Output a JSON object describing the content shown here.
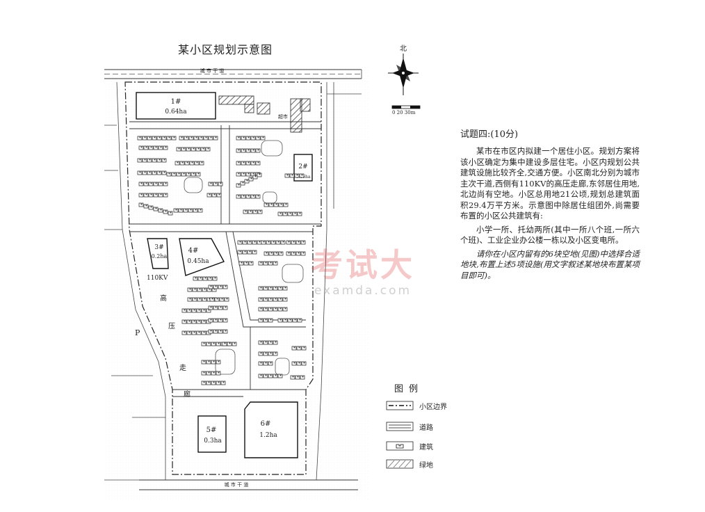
{
  "map": {
    "title": "某小区规划示意图",
    "north_label": "北",
    "scale_label": "0 20 30m",
    "supermarket_label": "超市",
    "corridor_label_chars": [
      "高",
      "压",
      "走",
      "廊"
    ],
    "voltage_label": "110KV",
    "parking_label": "P",
    "top_road_label": "城 市 干 道",
    "bottom_road_label": "城 市 干 道",
    "plots": [
      {
        "id": "1#",
        "area": "0.64ha"
      },
      {
        "id": "2#",
        "area": "0.15ha"
      },
      {
        "id": "3#",
        "area": "0.2ha"
      },
      {
        "id": "4#",
        "area": "0.45ha"
      },
      {
        "id": "5#",
        "area": "0.3ha"
      },
      {
        "id": "6#",
        "area": "1.2ha"
      }
    ]
  },
  "question": {
    "heading": "试题四:(10分)",
    "paragraphs": [
      "某市在市区内拟建一个居住小区。规划方案将该小区确定为集中建设多层住宅。小区内规划公共建筑设施比较齐全,交通方便。小区南北分别为城市主次干道,西侧有110KV的高压走廊,东邻居住用地,北边尚有空地。小区总用地21公顷,规划总建筑面积29.4万平方米。示意图中除居住组团外,尚需要布置的小区公共建筑有:",
      "小学一所、托幼两所(其中一所八个班,一所六个班)、工业企业办公楼一栋以及小区变电所。",
      "请你在小区内留有的6块空地(见图)中选择合适地块,布置上述5项设施(用文字叙述某地块布置某项目即可)。"
    ]
  },
  "legend": {
    "title": "图例",
    "items": [
      {
        "label": "小区边界"
      },
      {
        "label": "道路"
      },
      {
        "label": "建筑"
      },
      {
        "label": "绿地"
      }
    ]
  },
  "watermark": {
    "cn": "考试大",
    "en": "examda.com"
  }
}
